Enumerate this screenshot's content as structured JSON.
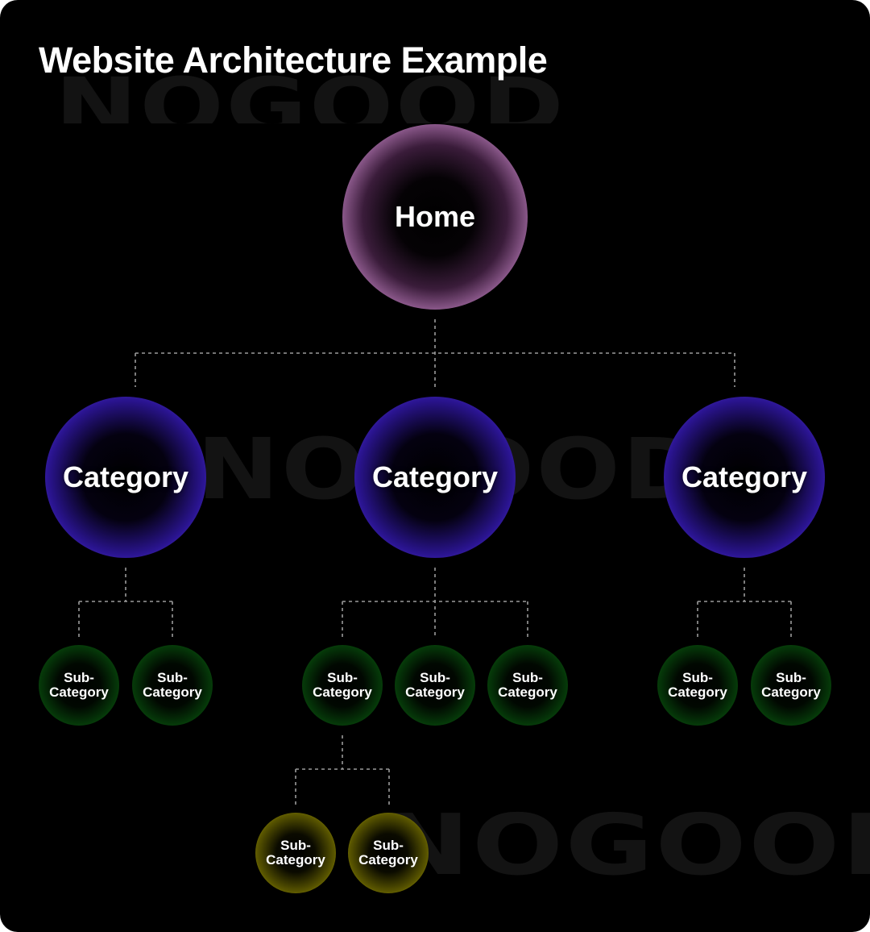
{
  "header": {
    "title": "Website Architecture Example"
  },
  "watermark": {
    "text": "NOGOOD"
  },
  "colors": {
    "background": "#000000",
    "home": "#d99ad6",
    "category": "#5b3be0",
    "subcategory": "#0c6a13",
    "sub_subcategory": "#cfc800",
    "connector": "#9a9a9a"
  },
  "tree": {
    "home": {
      "label": "Home"
    },
    "categories": [
      {
        "label": "Category",
        "children": [
          {
            "line1": "Sub-",
            "line2": "Category"
          },
          {
            "line1": "Sub-",
            "line2": "Category"
          }
        ]
      },
      {
        "label": "Category",
        "children": [
          {
            "line1": "Sub-",
            "line2": "Category",
            "children": [
              {
                "line1": "Sub-",
                "line2": "Category"
              },
              {
                "line1": "Sub-",
                "line2": "Category"
              }
            ]
          },
          {
            "line1": "Sub-",
            "line2": "Category"
          },
          {
            "line1": "Sub-",
            "line2": "Category"
          }
        ]
      },
      {
        "label": "Category",
        "children": [
          {
            "line1": "Sub-",
            "line2": "Category"
          },
          {
            "line1": "Sub-",
            "line2": "Category"
          }
        ]
      }
    ]
  }
}
